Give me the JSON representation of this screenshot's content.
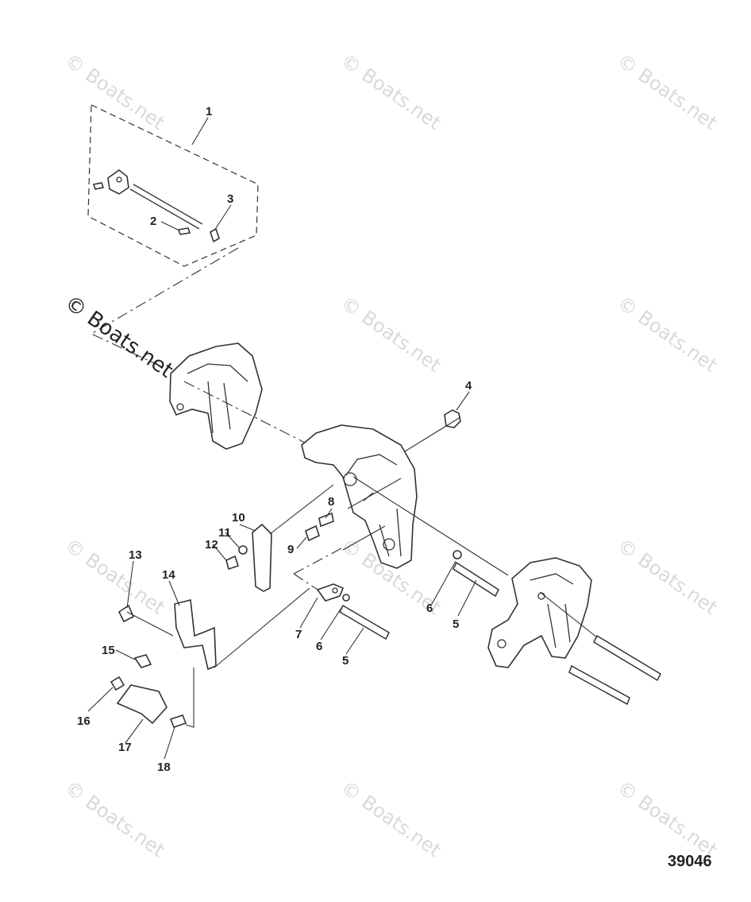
{
  "watermarks": {
    "brand": "© Boats.net"
  },
  "figure_number": "39046",
  "callouts": {
    "c1": "1",
    "c2": "2",
    "c3": "3",
    "c4": "4",
    "c5a": "5",
    "c5b": "5",
    "c6a": "6",
    "c6b": "6",
    "c7": "7",
    "c8": "8",
    "c9": "9",
    "c10": "10",
    "c11": "11",
    "c12": "12",
    "c13": "13",
    "c14": "14",
    "c15": "15",
    "c16": "16",
    "c17": "17",
    "c18": "18"
  }
}
